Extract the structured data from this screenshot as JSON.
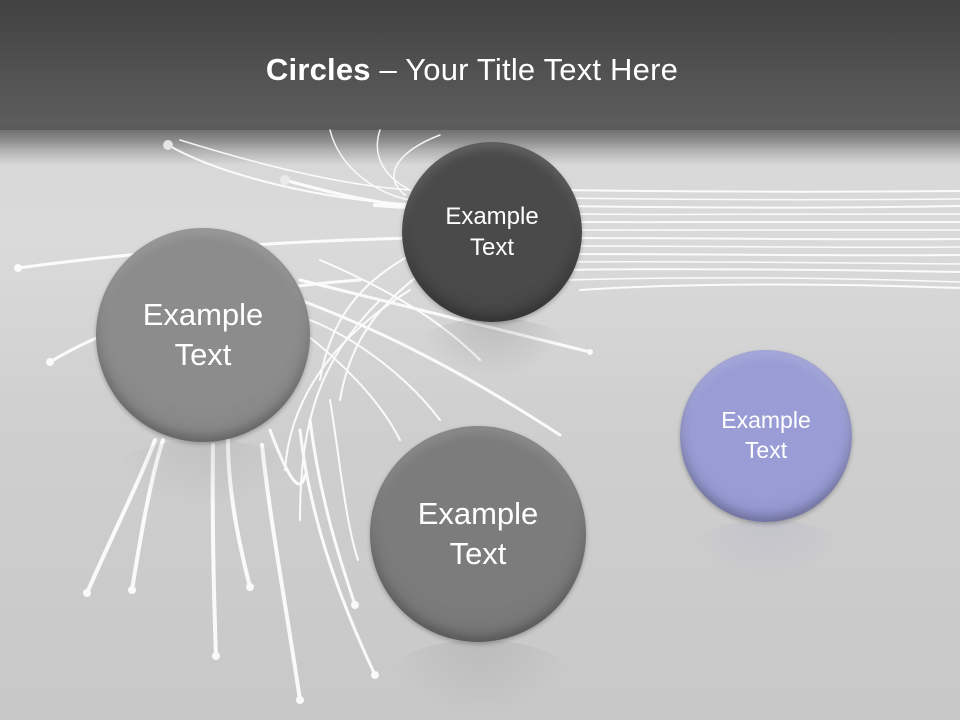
{
  "slide": {
    "title_bold": "Circles",
    "title_rest": " – Your Title Text Here",
    "colors": {
      "header": "#4a4a4a",
      "background": "#d4d4d4",
      "circle_dark": "#474747",
      "circle_mid": "#888888",
      "circle_mid2": "#7a7a7a",
      "circle_accent": "#9a9ed4"
    }
  },
  "circles": [
    {
      "id": "top-dark",
      "line1": "Example",
      "line2": "Text"
    },
    {
      "id": "left-large",
      "line1": "Example",
      "line2": "Text"
    },
    {
      "id": "bottom-center",
      "line1": "Example",
      "line2": "Text"
    },
    {
      "id": "right-accent",
      "line1": "Example",
      "line2": "Text"
    }
  ]
}
